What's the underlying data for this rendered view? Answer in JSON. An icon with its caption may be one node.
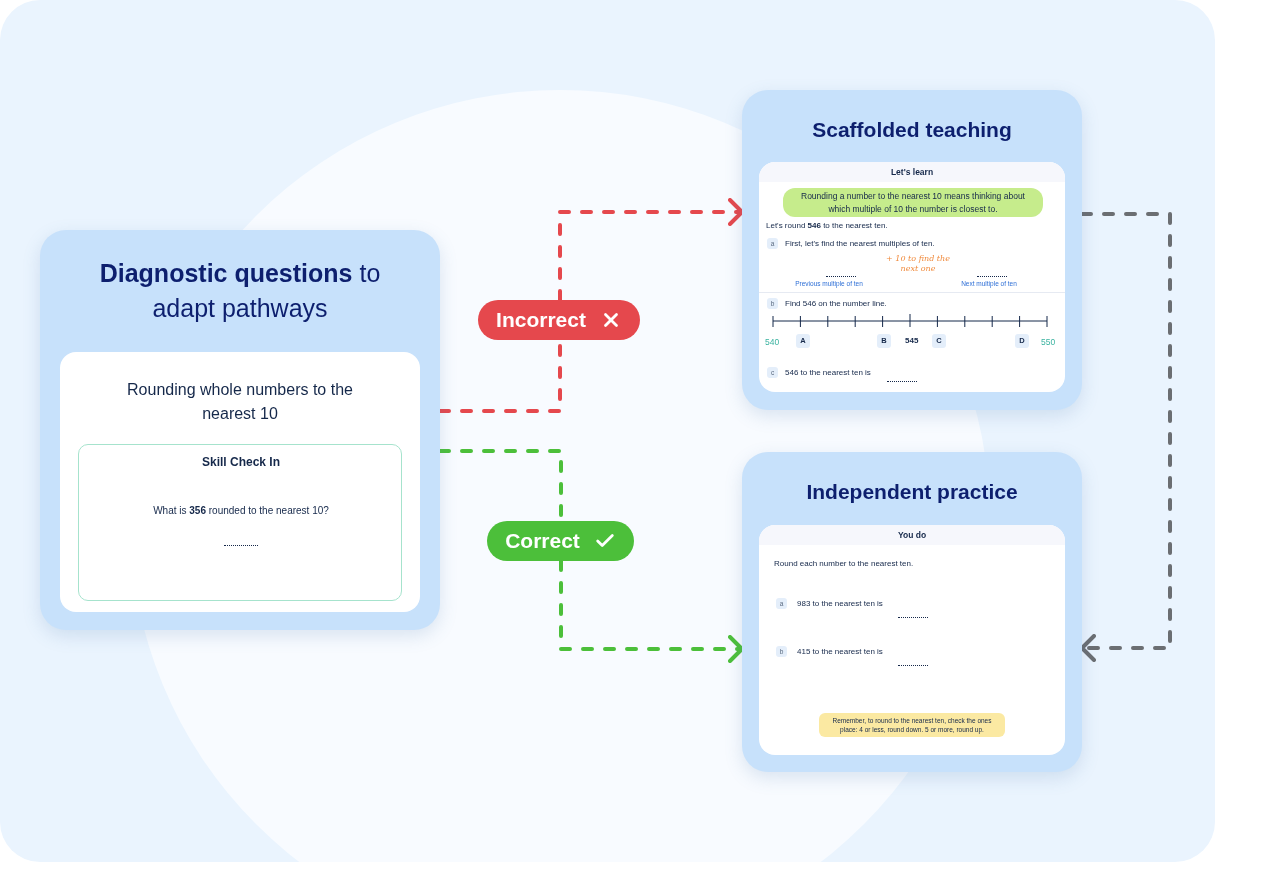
{
  "diagram": {
    "nodes": [
      {
        "text": [
          "**Diagnostic questions** to adapt pathways"
        ]
      },
      {
        "text": [
          "Rounding whole numbers to the nearest 10"
        ],
        "in": 0
      },
      {
        "text": [
          "Skill Check In",
          "What is **356** rounded to the nearest 10?"
        ],
        "in": 1
      },
      {
        "text": [
          "Incorrect"
        ]
      },
      {
        "text": [
          "Correct"
        ]
      },
      {
        "text": [
          "Scaffolded teaching"
        ]
      },
      {
        "text": [
          "Let's learn",
          "Let's round **546** to the nearest ten.",
          "a",
          "First, let's find the nearest multiples of ten.",
          "+ 10 to find the next one",
          "Previous multiple of ten",
          "Next multiple of ten",
          "b",
          "Find 546 on the number line.",
          "540",
          "A",
          "B",
          "545",
          "C",
          "D",
          "550",
          "c",
          "546 to the nearest ten is"
        ],
        "in": 5
      },
      {
        "text": [
          "Rounding a number to the nearest 10 means thinking about which multiple of 10 the number is closest to."
        ],
        "in": 6
      },
      {
        "text": [
          "Independent practice"
        ]
      },
      {
        "text": [
          "You do",
          "Round each number to the nearest ten.",
          "a",
          "983 to the nearest ten is",
          "b",
          "415 to the nearest ten is"
        ],
        "in": 8
      },
      {
        "text": [
          "Remember, to round to the nearest ten, check the ones place: 4 or less, round down. 5 or more, round up."
        ],
        "in": 9
      }
    ],
    "edges": [
      {
        "from": 0,
        "to": 3,
        "arrow": "none",
        "style": "dashed",
        "color": "#e5484d"
      },
      {
        "from": 3,
        "to": 5,
        "arrow": "to",
        "style": "dashed",
        "color": "#e5484d"
      },
      {
        "from": 0,
        "to": 4,
        "arrow": "none",
        "style": "dashed",
        "color": "#4cbf3a"
      },
      {
        "from": 4,
        "to": 8,
        "arrow": "to",
        "style": "dashed",
        "color": "#4cbf3a"
      },
      {
        "from": 5,
        "to": 8,
        "arrow": "to",
        "style": "dashed",
        "color": "#6b6e72"
      }
    ]
  }
}
